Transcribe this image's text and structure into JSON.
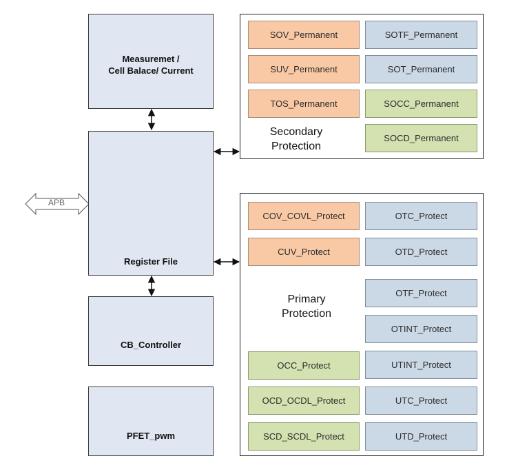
{
  "blocks": {
    "measurement": "Measuremet /\nCell Balace/ Current",
    "register_file": "Register File",
    "cb_controller": "CB_Controller",
    "pfet_pwm": "PFET_pwm"
  },
  "apb_label": "APB",
  "secondary": {
    "title": "Secondary\nProtection",
    "left": [
      "SOV_Permanent",
      "SUV_Permanent",
      "TOS_Permanent"
    ],
    "right": [
      "SOTF_Permanent",
      "SOT_Permanent",
      "SOCC_Permanent",
      "SOCD_Permanent"
    ]
  },
  "primary": {
    "title": "Primary\nProtection",
    "left_top": [
      "COV_COVL_Protect",
      "CUV_Protect"
    ],
    "left_bottom": [
      "OCC_Protect",
      "OCD_OCDL_Protect",
      "SCD_SCDL_Protect"
    ],
    "right": [
      "OTC_Protect",
      "OTD_Protect",
      "OTF_Protect",
      "OTINT_Protect",
      "UTINT_Protect",
      "UTC_Protect",
      "UTD_Protect"
    ]
  },
  "colors": {
    "block_fill": "#e0e7f2",
    "orange": "#f9c9a5",
    "blue": "#cbd8e6",
    "green": "#d3e2b0"
  }
}
